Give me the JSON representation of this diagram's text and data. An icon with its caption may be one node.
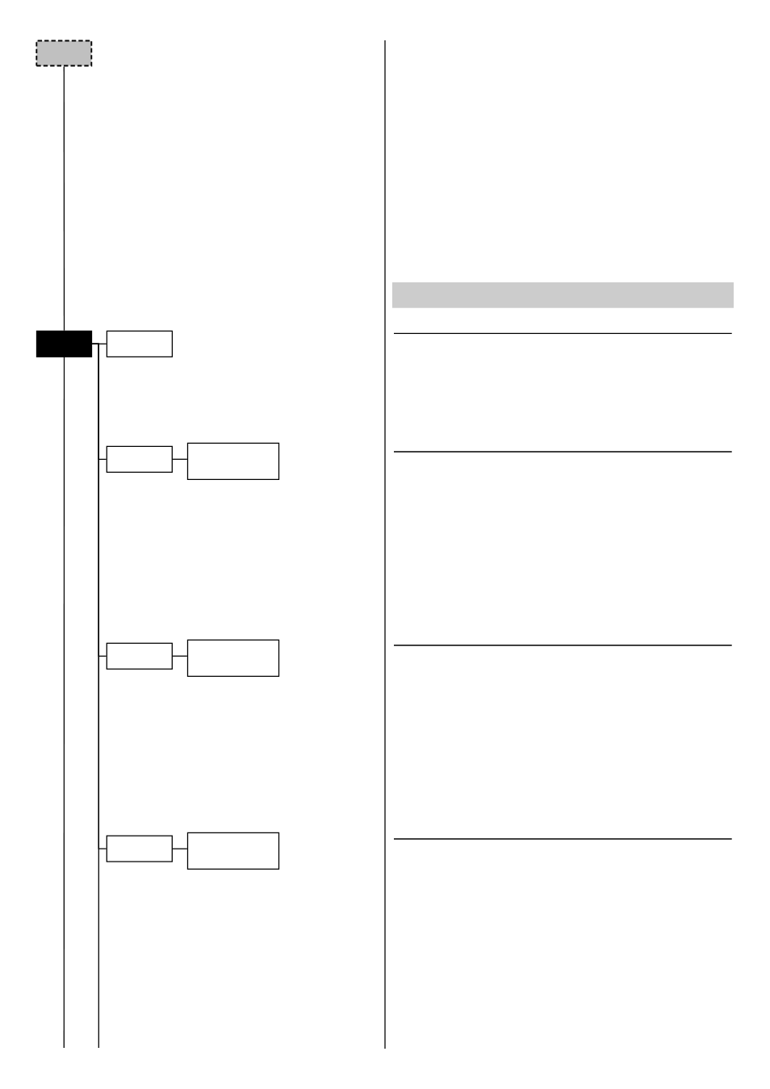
{
  "diagram": {
    "nodes": [
      {
        "text": [],
        "shape": "box"
      },
      {
        "text": [],
        "shape": "box"
      },
      {
        "text": [],
        "shape": "box"
      },
      {
        "text": [],
        "shape": "box"
      },
      {
        "text": [],
        "shape": "box"
      },
      {
        "text": [],
        "shape": "box"
      },
      {
        "text": [],
        "shape": "box"
      },
      {
        "text": [],
        "shape": "box"
      },
      {
        "text": [],
        "shape": "box"
      }
    ],
    "edges": [
      {
        "from": 0,
        "to": 1,
        "arrow": "none"
      },
      {
        "from": 1,
        "to": null,
        "arrow": "none"
      },
      {
        "from": 1,
        "to": 2,
        "arrow": "none"
      },
      {
        "from": 1,
        "to": 3,
        "arrow": "none"
      },
      {
        "from": 3,
        "to": 4,
        "arrow": "none"
      },
      {
        "from": 1,
        "to": 5,
        "arrow": "none"
      },
      {
        "from": 5,
        "to": 6,
        "arrow": "none"
      },
      {
        "from": 1,
        "to": 7,
        "arrow": "none"
      },
      {
        "from": 7,
        "to": 8,
        "arrow": "none"
      },
      {
        "from": 1,
        "to": null,
        "arrow": "none"
      }
    ]
  }
}
